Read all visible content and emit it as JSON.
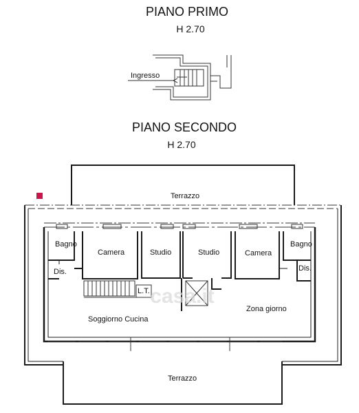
{
  "floors": [
    {
      "title": "PIANO PRIMO",
      "height": "H 2.70"
    },
    {
      "title": "PIANO SECONDO",
      "height": "H 2.70"
    }
  ],
  "labels": {
    "ingresso": "Ingresso",
    "terrazzo_top": "Terrazzo",
    "terrazzo_bottom": "Terrazzo",
    "bagno_left": "Bagno",
    "dis_left": "Dis.",
    "camera_left": "Camera",
    "studio_left": "Studio",
    "studio_right": "Studio",
    "camera_right": "Camera",
    "bagno_right": "Bagno",
    "dis_right": "Dis.",
    "lt": "L.T.",
    "soggiorno_cucina": "Soggiorno Cucina",
    "zona_giorno": "Zona giorno"
  },
  "watermark": "casa.it",
  "colors": {
    "wall": "#1a1a1a",
    "marker": "#c8174a",
    "watermark": "#d9d9d9"
  }
}
